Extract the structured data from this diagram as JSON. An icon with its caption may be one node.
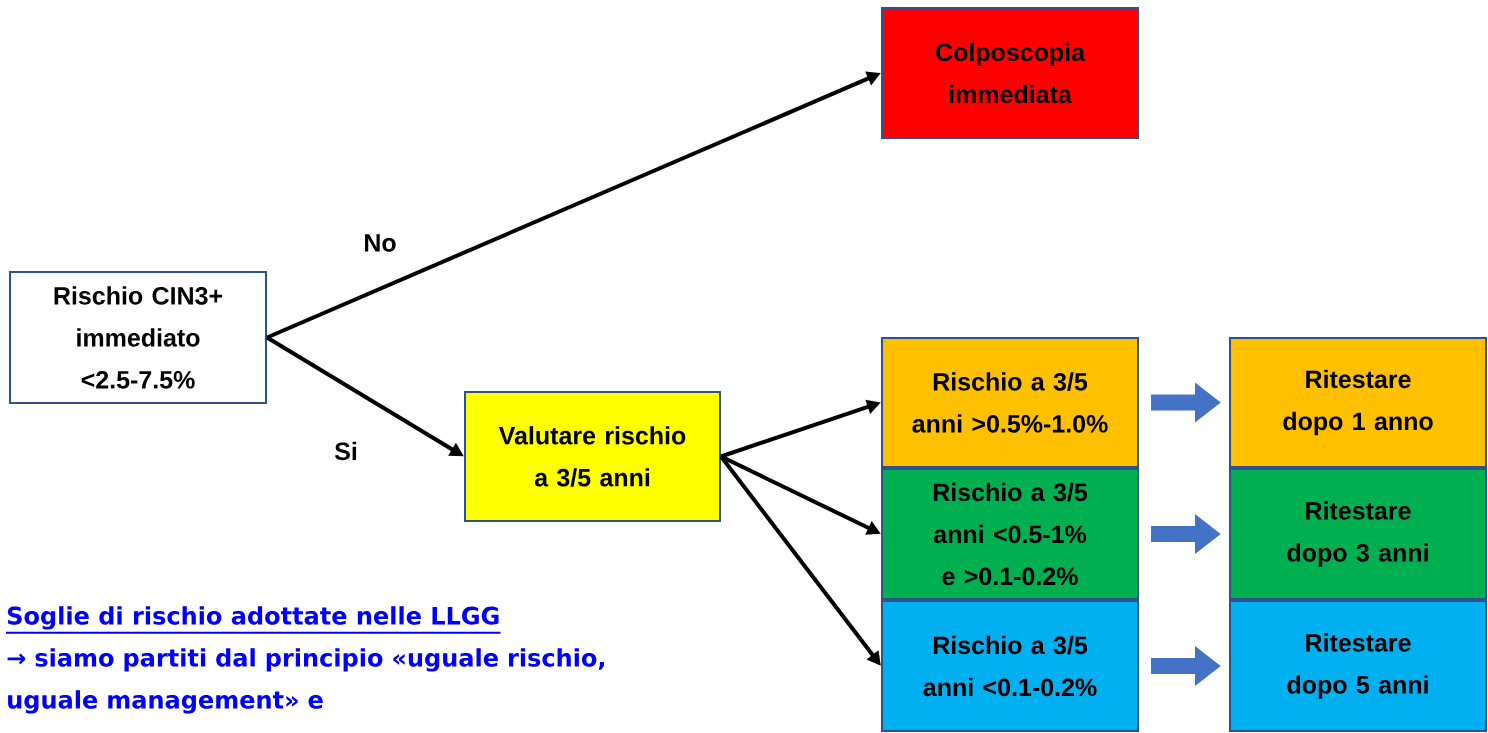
{
  "diagram": {
    "nodes": [
      {
        "text": [
          "Rischio CIN3+ immediato <2.5-7.5%"
        ]
      },
      {
        "text": [
          "Colposcopia immediata"
        ]
      },
      {
        "text": [
          "Valutare rischio a 3/5 anni"
        ]
      },
      {
        "text": [
          "Rischio a 3/5 anni >0.5%-1.0%"
        ]
      },
      {
        "text": [
          "Rischio a 3/5 anni <0.5-1% e >0.1-0.2%"
        ]
      },
      {
        "text": [
          "Rischio a 3/5 anni <0.1-0.2%"
        ]
      },
      {
        "text": [
          "Ritestare dopo 1 anno"
        ]
      },
      {
        "text": [
          "Ritestare dopo 3 anni"
        ]
      },
      {
        "text": [
          "Ritestare dopo 5 anni"
        ]
      }
    ],
    "edges": [
      {
        "from": 0,
        "to": 1,
        "arrow": "to",
        "label": "No"
      },
      {
        "from": 0,
        "to": 2,
        "arrow": "to",
        "label": "Si"
      },
      {
        "from": 2,
        "to": 3,
        "arrow": "to"
      },
      {
        "from": 2,
        "to": 4,
        "arrow": "to"
      },
      {
        "from": 2,
        "to": 5,
        "arrow": "to"
      },
      {
        "from": 3,
        "to": 6,
        "arrow": "to",
        "style": "thick",
        "color": "#4472c4"
      },
      {
        "from": 4,
        "to": 7,
        "arrow": "to",
        "style": "thick",
        "color": "#4472c4"
      },
      {
        "from": 5,
        "to": 8,
        "arrow": "to",
        "style": "thick",
        "color": "#4472c4"
      }
    ],
    "labels": [
      "Soglie di rischio adottate nelle LLGG",
      "→ siamo partiti dal principio «uguale rischio, uguale management» e"
    ]
  }
}
